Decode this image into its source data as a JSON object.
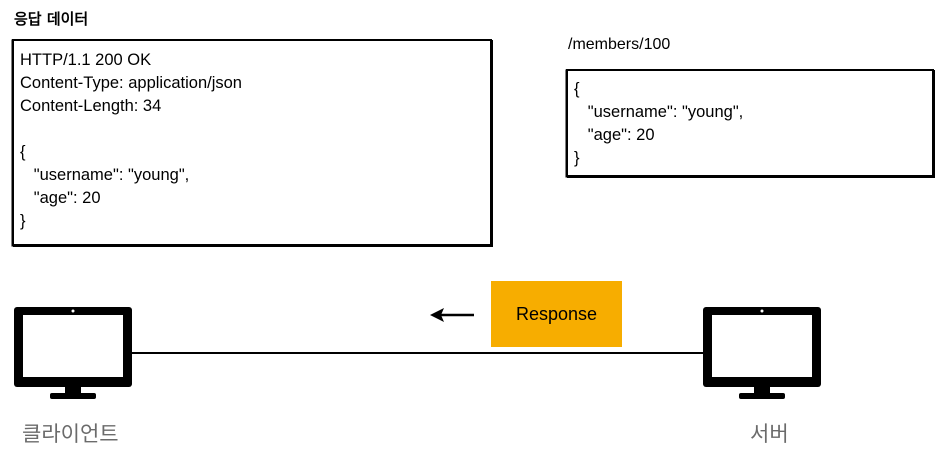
{
  "title": "응답 데이터",
  "response_message": {
    "lines": [
      "HTTP/1.1 200 OK",
      "Content-Type: application/json",
      "Content-Length: 34",
      "",
      "{",
      "   \"username\": \"young\",",
      "   \"age\": 20",
      "}"
    ]
  },
  "resource": {
    "path": "/members/100",
    "lines": [
      "{",
      "   \"username\": \"young\",",
      "   \"age\": 20",
      "}"
    ]
  },
  "arrow_label": "Response",
  "client_label": "클라이언트",
  "server_label": "서버",
  "colors": {
    "response_fill": "#f7ad00",
    "node_label": "#6b6b6b"
  }
}
